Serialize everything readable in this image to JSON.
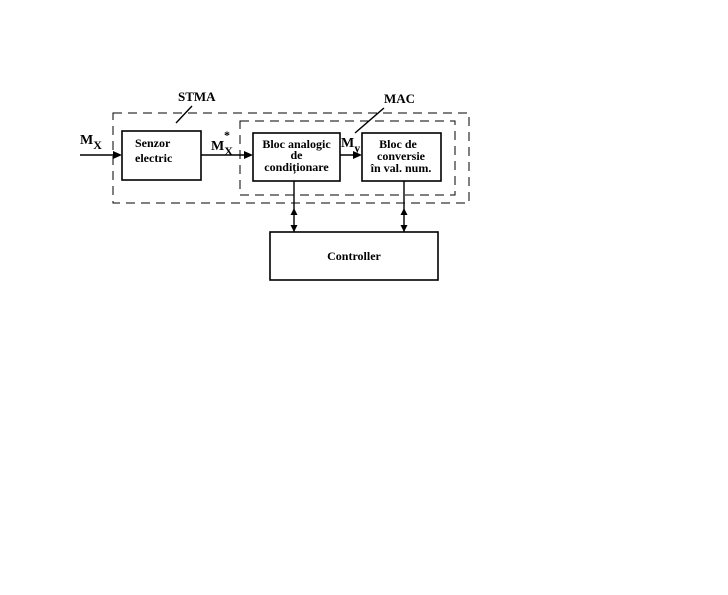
{
  "groups": {
    "stma": "STMA",
    "mac": "MAC"
  },
  "signals": {
    "mx_base": "M",
    "mx_sub": "X",
    "mxs_base": "M",
    "mxs_sub": "X",
    "mxs_sup": "*",
    "my_base": "M",
    "my_sub": "y"
  },
  "blocks": {
    "sensor": [
      "Senzor",
      "electric"
    ],
    "analog": [
      "Bloc analogic",
      "de",
      "condiționare"
    ],
    "conversion": [
      "Bloc de",
      "conversie",
      "în val. num."
    ],
    "controller": "Controller"
  }
}
